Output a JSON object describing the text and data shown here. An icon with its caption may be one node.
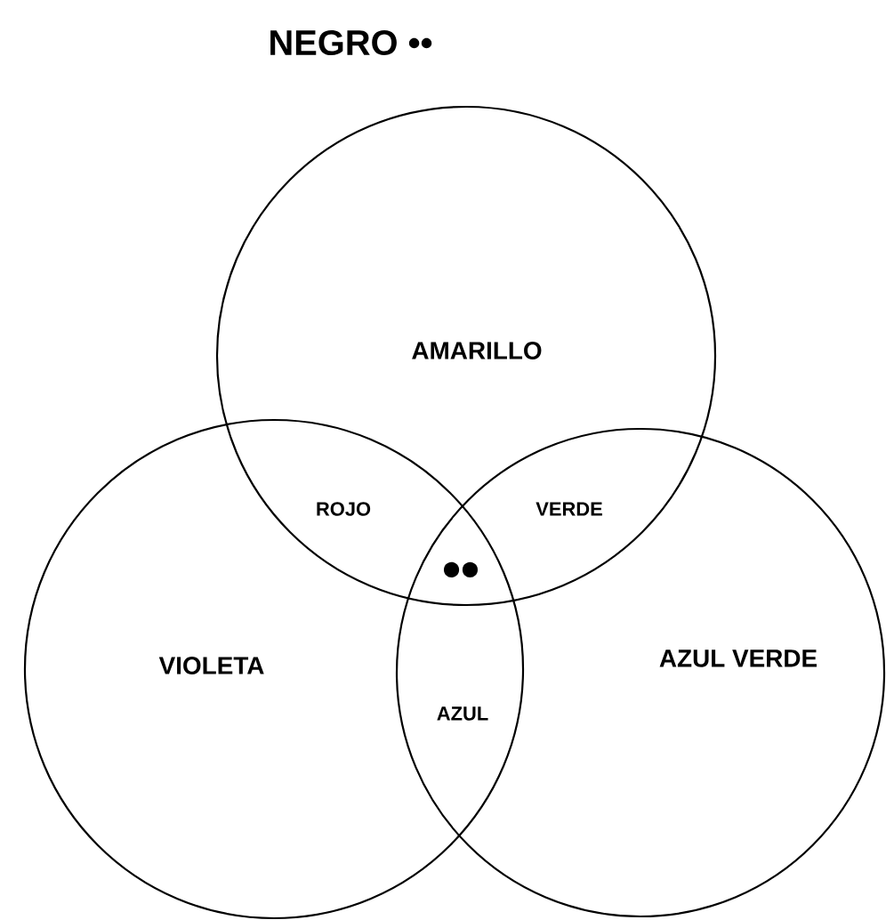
{
  "diagram": {
    "title": "NEGRO ••",
    "nodes": [
      {
        "text": [
          "AMARILLO"
        ]
      },
      {
        "text": [
          "VIOLETA"
        ]
      },
      {
        "text": [
          "AZUL VERDE"
        ]
      }
    ],
    "edges": [],
    "labels": [
      "ROJO",
      "VERDE",
      "••",
      "AZUL"
    ]
  }
}
